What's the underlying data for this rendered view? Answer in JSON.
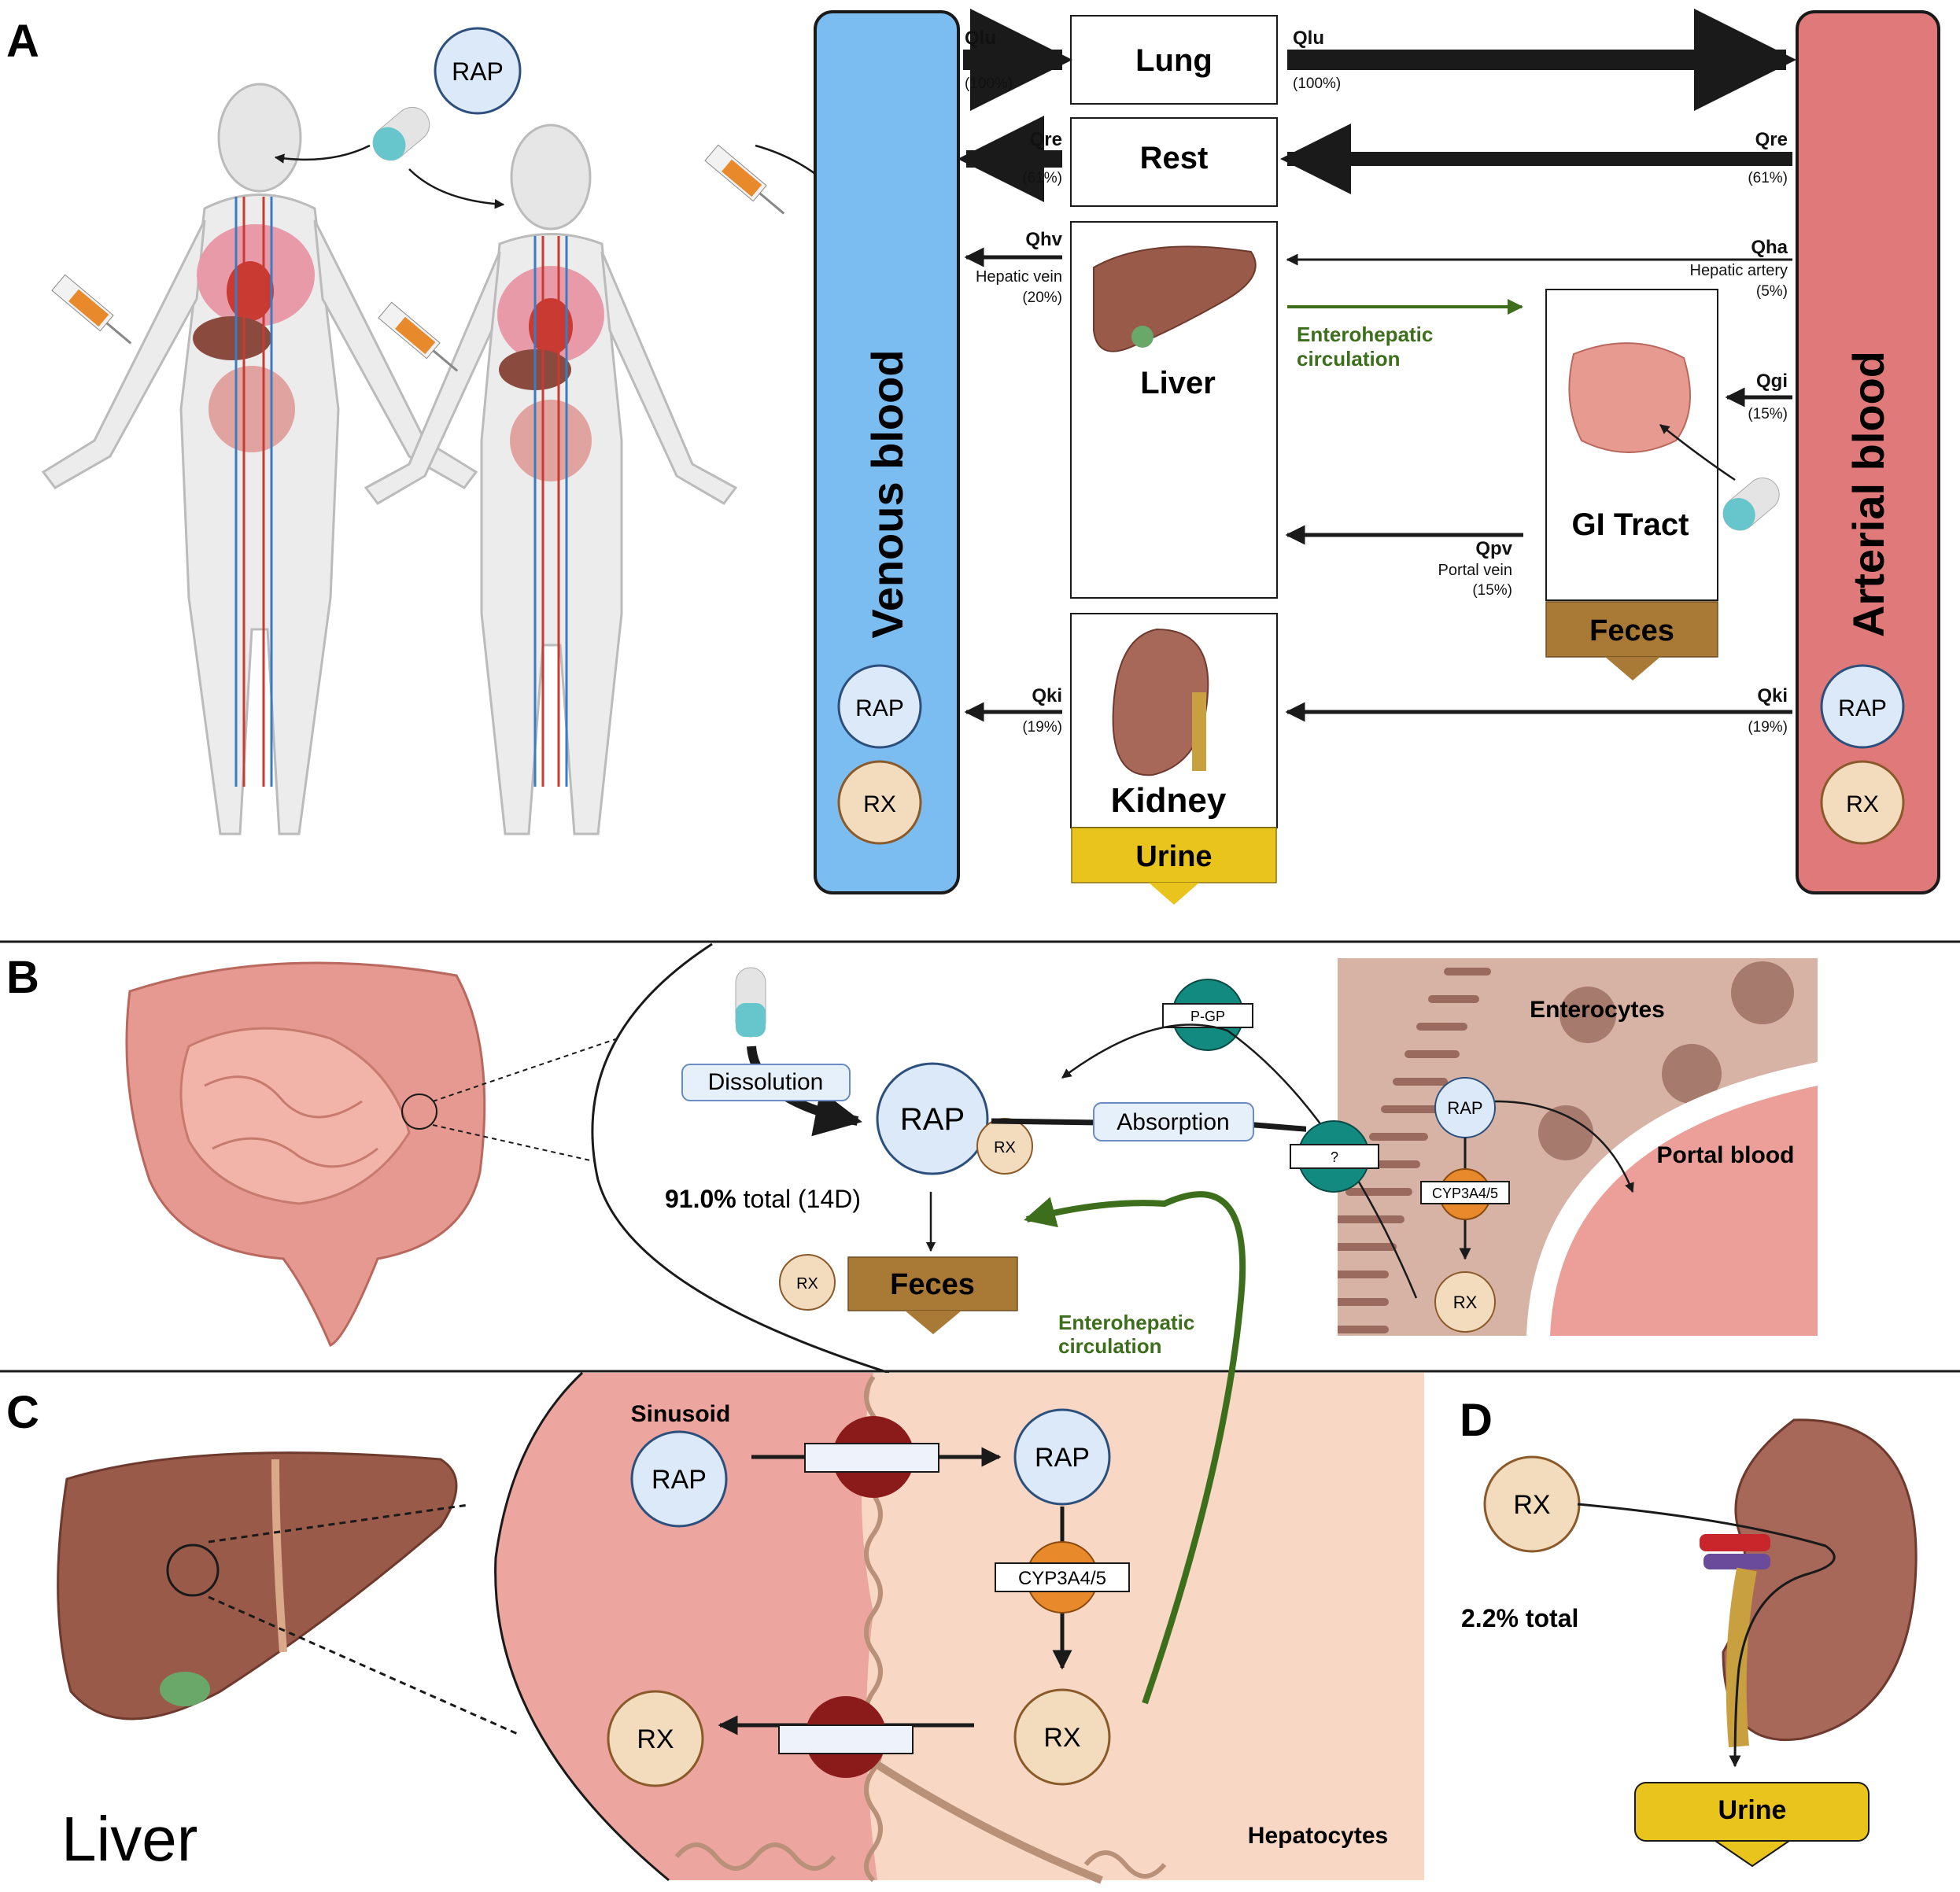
{
  "panel_a": {
    "label": "A",
    "rap": "RAP",
    "venous_blood": "Venous blood",
    "arterial_blood": "Arterial blood",
    "lung": "Lung",
    "rest": "Rest",
    "liver": "Liver",
    "gi_tract": "GI Tract",
    "kidney": "Kidney",
    "urine": "Urine",
    "feces": "Feces",
    "enterohepatic_1": "Enterohepatic",
    "enterohepatic_2": "circulation",
    "flows": {
      "qlu_left": "Qlu",
      "qlu_left_pct": "(100%)",
      "qlu_right": "Qlu",
      "qlu_right_pct": "(100%)",
      "qre_left": "Qre",
      "qre_left_pct": "(61%)",
      "qre_right": "Qre",
      "qre_right_pct": "(61%)",
      "qhv": "Qhv",
      "qhv_sub": "Hepatic vein",
      "qhv_pct": "(20%)",
      "qha": "Qha",
      "qha_sub": "Hepatic artery",
      "qha_pct": "(5%)",
      "qgi": "Qgi",
      "qgi_pct": "(15%)",
      "qpv": "Qpv",
      "qpv_sub": "Portal vein",
      "qpv_pct": "(15%)",
      "qki_left": "Qki",
      "qki_left_pct": "(19%)",
      "qki_right": "Qki",
      "qki_right_pct": "(19%)"
    },
    "venous_rap": "RAP",
    "venous_rx": "RX",
    "arterial_rap": "RAP",
    "arterial_rx": "RX"
  },
  "panel_b": {
    "label": "B",
    "dissolution": "Dissolution",
    "rap": "RAP",
    "rx_small": "RX",
    "absorption": "Absorption",
    "total_bold": "91.0%",
    "total_rest": " total (14D)",
    "rx_feces": "RX",
    "feces": "Feces",
    "pgp": "P-GP",
    "unknown": "?",
    "enterocytes": "Enterocytes",
    "rap_cell": "RAP",
    "cyp": "CYP3A4/5",
    "rx_cell": "RX",
    "portal_blood": "Portal blood",
    "enterohepatic_1": "Enterohepatic",
    "enterohepatic_2": "circulation"
  },
  "panel_c": {
    "label": "C",
    "sinusoid": "Sinusoid",
    "rap_left": "RAP",
    "rap_right": "RAP",
    "cyp": "CYP3A4/5",
    "rx_left": "RX",
    "rx_right": "RX",
    "hepatocytes": "Hepatocytes",
    "liver": "Liver"
  },
  "panel_d": {
    "label": "D",
    "rx": "RX",
    "total": "2.2% total",
    "urine": "Urine"
  },
  "colors": {
    "venous": "#7bbdf0",
    "arterial": "#e07a7a",
    "feces": "#a97936",
    "urine": "#e8c41c",
    "enterohepatic": "#3c6e1c",
    "rap_fill": "#dce9f8",
    "rx_fill": "#f3dcbd",
    "sinusoid": "#eda59f",
    "hepatocyte": "#f8d8c4",
    "transporter_red": "#8b1b1b",
    "cyp_orange": "#e8892c",
    "pgp_teal": "#138a80"
  }
}
